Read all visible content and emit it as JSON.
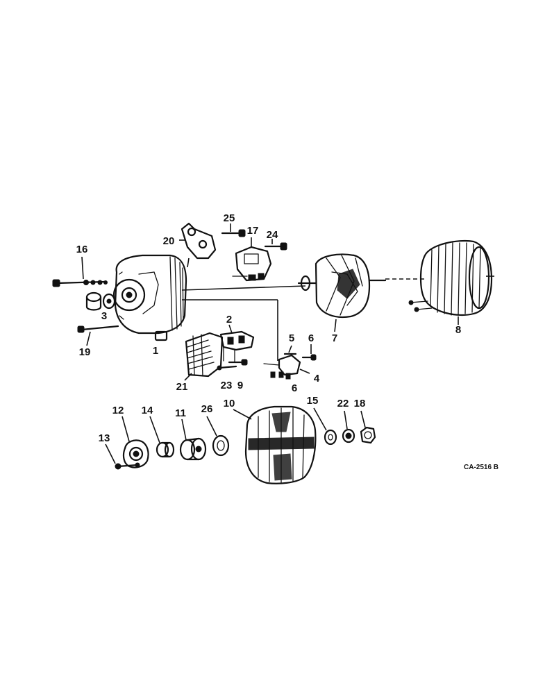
{
  "callouts": {
    "c1": "1",
    "c2": "2",
    "c3": "3",
    "c4": "4",
    "c5": "5",
    "c6a": "6",
    "c6b": "6",
    "c7": "7",
    "c8": "8",
    "c9": "9",
    "c10": "10",
    "c11": "11",
    "c12": "12",
    "c13": "13",
    "c14": "14",
    "c15": "15",
    "c16": "16",
    "c17": "17",
    "c18": "18",
    "c19": "19",
    "c20": "20",
    "c21": "21",
    "c22": "22",
    "c23": "23",
    "c24": "24",
    "c25": "25",
    "c26": "26"
  },
  "drawing_code": "CA-2516 B"
}
